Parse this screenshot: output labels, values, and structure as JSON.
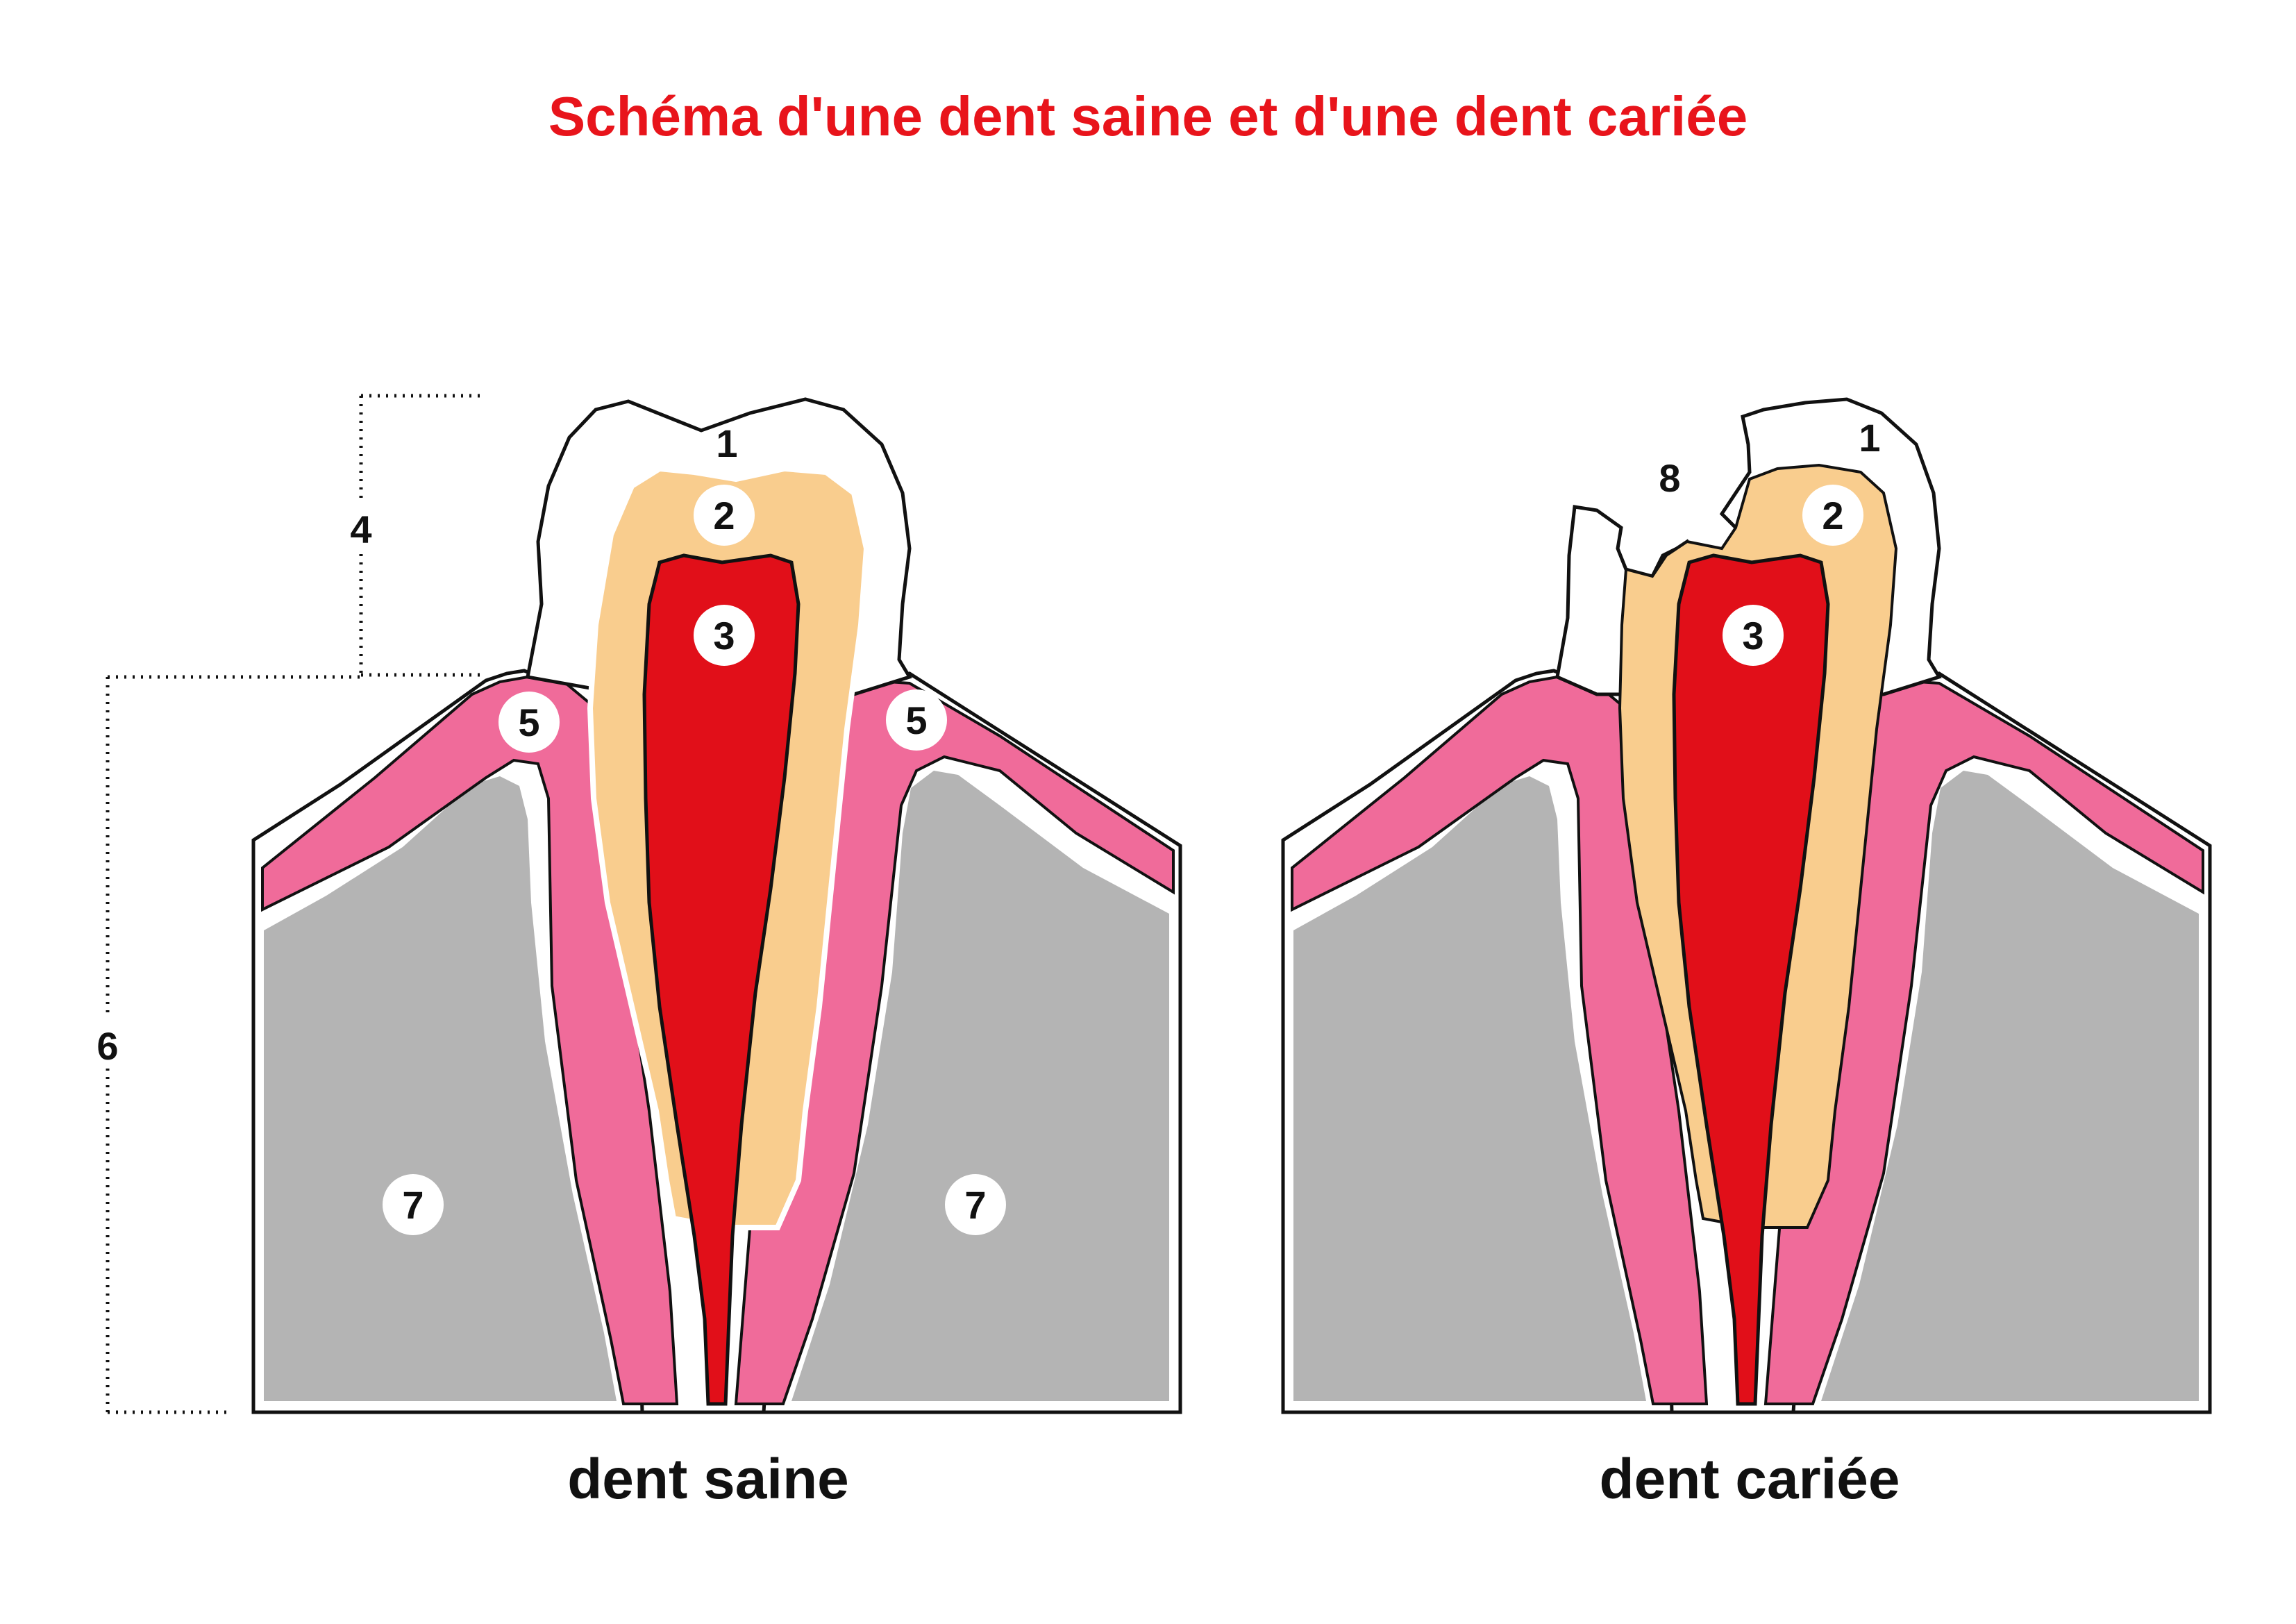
{
  "title": "Schéma d'une dent saine et d'une dent cariée",
  "captions": {
    "healthy": "dent saine",
    "carious": "dent cariée"
  },
  "labels": {
    "enamel": "1",
    "dentin": "2",
    "pulp": "3",
    "crown": "4",
    "gum": "5",
    "root": "6",
    "bone": "7",
    "cavity": "8"
  },
  "colors": {
    "title": "#e8141b",
    "enamel": "#ffffff",
    "dentin": "#f9cd8e",
    "pulp": "#e10f19",
    "gum": "#f06b9a",
    "bone": "#b4b4b4",
    "outline": "#111111"
  }
}
